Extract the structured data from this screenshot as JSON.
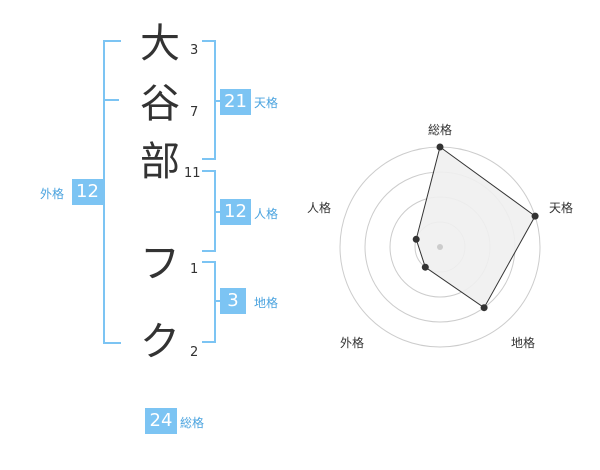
{
  "name_chars": [
    {
      "char": "大",
      "strokes": "3"
    },
    {
      "char": "谷",
      "strokes": "7"
    },
    {
      "char": "部",
      "strokes": "11"
    },
    {
      "char": "フ",
      "strokes": "1"
    },
    {
      "char": "ク",
      "strokes": "2"
    }
  ],
  "groups": {
    "tenkaku": {
      "value": "21",
      "label": "天格"
    },
    "jinkaku": {
      "value": "12",
      "label": "人格"
    },
    "chikaku": {
      "value": "3",
      "label": "地格"
    },
    "gaikaku": {
      "value": "12",
      "label": "外格"
    },
    "soukaku": {
      "value": "24",
      "label": "総格"
    }
  },
  "colors": {
    "accent": "#7cc4f3",
    "label": "#4aa3df",
    "text": "#333333",
    "fill": "#f0f0f0"
  },
  "chart_data": {
    "type": "radar",
    "axes": [
      "総格",
      "天格",
      "地格",
      "外格",
      "人格"
    ],
    "values": [
      4,
      4,
      3,
      1,
      1
    ],
    "max": 4,
    "rings": 4
  }
}
